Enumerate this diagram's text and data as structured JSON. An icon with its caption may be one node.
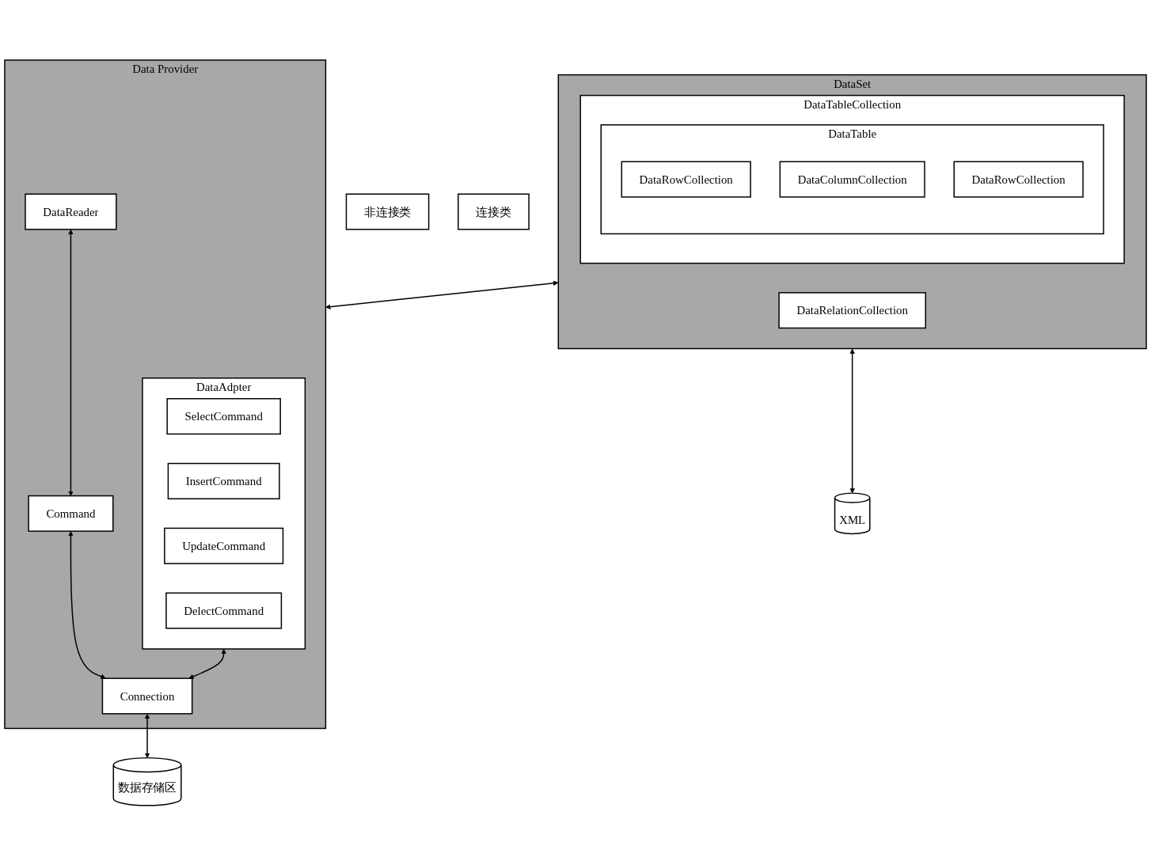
{
  "diagram": {
    "nodes": [
      {
        "text": [
          "非连接类"
        ]
      },
      {
        "text": [
          "连接类"
        ]
      },
      {
        "text": [
          "DataSet"
        ]
      },
      {
        "text": [
          "DataTableCollection"
        ],
        "in": 2
      },
      {
        "text": [
          "DataTable"
        ],
        "in": 3
      },
      {
        "text": [
          "DataRowCollection"
        ],
        "in": 4
      },
      {
        "text": [
          "DataColumnCollection"
        ],
        "in": 4
      },
      {
        "text": [
          "DataRowCollection"
        ],
        "in": 4
      },
      {
        "text": [
          "DataRelationCollection"
        ],
        "in": 2
      },
      {
        "text": [
          "XML"
        ]
      },
      {
        "text": [
          "Data Provider"
        ]
      },
      {
        "text": [
          "DataAdpter"
        ],
        "in": 10
      },
      {
        "text": [
          "SelectCommand"
        ],
        "in": 11
      },
      {
        "text": [
          "InsertCommand"
        ],
        "in": 11
      },
      {
        "text": [
          "UpdateCommand"
        ],
        "in": 11
      },
      {
        "text": [
          "DelectCommand"
        ],
        "in": 11
      },
      {
        "text": [
          "DataReader"
        ],
        "in": 10
      },
      {
        "text": [
          "Command"
        ],
        "in": 10
      },
      {
        "text": [
          "Connection"
        ],
        "in": 10
      },
      {
        "text": [
          "数据存储区"
        ]
      }
    ],
    "edges": [
      {
        "from": 2,
        "to": 10,
        "arrow": "both"
      },
      {
        "from": 16,
        "to": 17,
        "arrow": "both"
      },
      {
        "from": 17,
        "to": 18,
        "arrow": "both"
      },
      {
        "from": 11,
        "to": 18,
        "arrow": "both"
      },
      {
        "from": 2,
        "to": 9,
        "arrow": "both"
      },
      {
        "from": 18,
        "to": 19,
        "arrow": "both"
      }
    ]
  }
}
